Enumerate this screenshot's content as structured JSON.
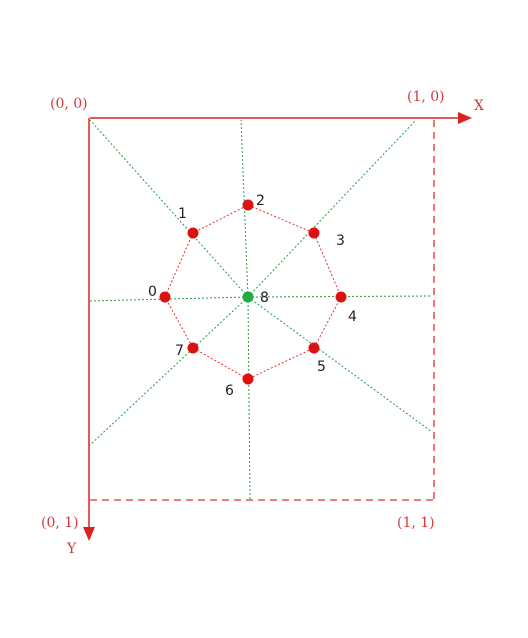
{
  "colors": {
    "axis": "#dd2222",
    "dashed_frame": "#dd3333",
    "outer_points": "#dd1111",
    "center_point": "#22aa44",
    "ring_connector": "#dd3333",
    "green_guides": "#2a9a4a",
    "corner_label_text": "#d23a3a",
    "point_label_text": "#222222"
  },
  "axes": {
    "x_label": "X",
    "y_label": "Y"
  },
  "corners": {
    "top_left": "(0, 0)",
    "top_right": "(1, 0)",
    "bottom_left": "(0, 1)",
    "bottom_right": "(1, 1)"
  },
  "points": [
    {
      "id": "0",
      "label": "0"
    },
    {
      "id": "1",
      "label": "1"
    },
    {
      "id": "2",
      "label": "2"
    },
    {
      "id": "3",
      "label": "3"
    },
    {
      "id": "4",
      "label": "4"
    },
    {
      "id": "5",
      "label": "5"
    },
    {
      "id": "6",
      "label": "6"
    },
    {
      "id": "7",
      "label": "7"
    },
    {
      "id": "8",
      "label": "8"
    }
  ]
}
